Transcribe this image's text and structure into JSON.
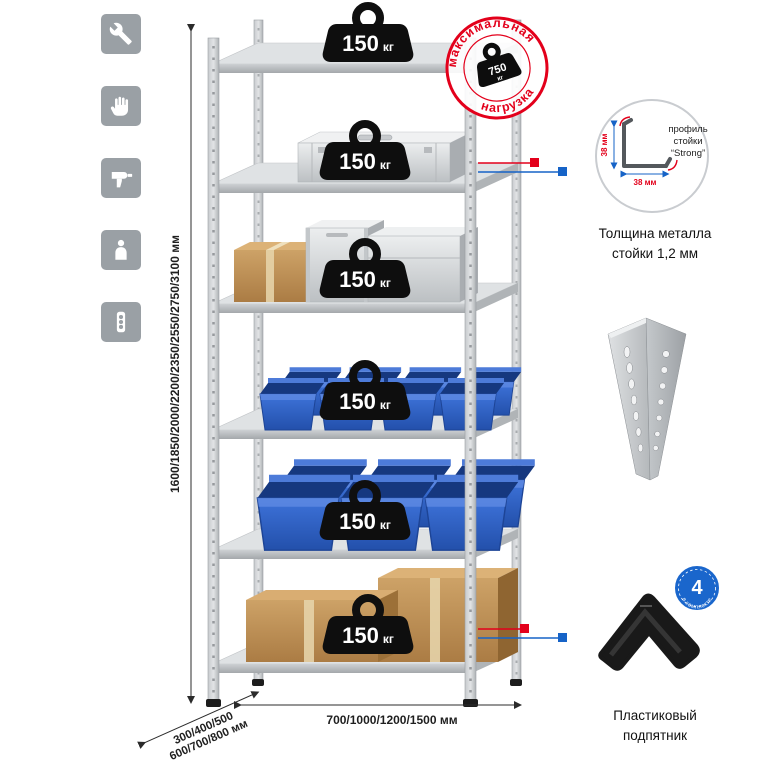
{
  "colors": {
    "accent_red": "#e3001b",
    "accent_blue": "#1663c7",
    "tile_gray": "#9aa0a5"
  },
  "icons": [
    "wrench",
    "gloves",
    "drill",
    "person",
    "power-strip"
  ],
  "dimensions": {
    "height": "1600/1850/2000/2200/2350/2550/2750/3100 мм",
    "width": "700/1000/1200/1500 мм",
    "depth_line1": "300/400/500",
    "depth_line2": "600/700/800 мм"
  },
  "shelves": [
    {
      "load": "150",
      "unit": "кг"
    },
    {
      "load": "150",
      "unit": "кг"
    },
    {
      "load": "150",
      "unit": "кг"
    },
    {
      "load": "150",
      "unit": "кг"
    },
    {
      "load": "150",
      "unit": "кг"
    },
    {
      "load": "150",
      "unit": "кг"
    }
  ],
  "stamp": {
    "arc_top": "максимальная",
    "arc_bottom": "нагрузка",
    "value": "750",
    "unit": "кг"
  },
  "profile_detail": {
    "label_line1": "профиль",
    "label_line2": "стойки",
    "label_line3": "“Strong”",
    "dim_side": "38 мм",
    "dim_bottom": "38 мм",
    "caption_line1": "Толщина металла",
    "caption_line2": "стойки 1,2 мм"
  },
  "foot": {
    "badge_value": "4",
    "badge_text": "в комплекте",
    "caption_line1": "Пластиковый",
    "caption_line2": "подпятник"
  }
}
